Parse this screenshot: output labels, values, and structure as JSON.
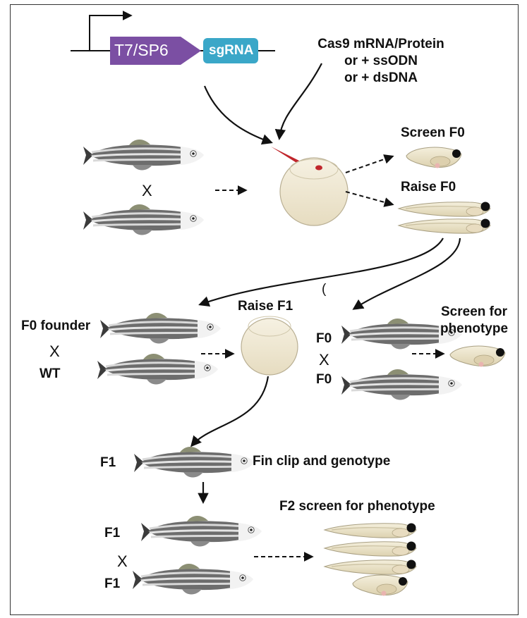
{
  "construct": {
    "promoter": "T7/SP6",
    "guide": "sgRNA",
    "promoter_color": "#7b4fa3",
    "guide_color": "#3aa7c8"
  },
  "injection": {
    "line1": "Cas9 mRNA/Protein",
    "line2": "or + ssODN",
    "line3": "or + dsDNA"
  },
  "f0_stage": {
    "cross_symbol": "X",
    "screen_label": "Screen F0",
    "raise_label": "Raise F0"
  },
  "founder_cross": {
    "founder_label": "F0 founder",
    "cross_symbol": "X",
    "wt_label": "WT",
    "raise_label": "Raise F1",
    "stray_mark": "("
  },
  "incross": {
    "top_label": "F0",
    "cross_symbol": "X",
    "bottom_label": "F0",
    "screen_label_1": "Screen for",
    "screen_label_2": "phenotype"
  },
  "f1_stage": {
    "label": "F1",
    "genotype_label": "Fin clip and genotype"
  },
  "f2_stage": {
    "top_label": "F1",
    "cross_symbol": "X",
    "bottom_label": "F1",
    "screen_label": "F2 screen for phenotype"
  },
  "colors": {
    "embryo_fill": "#efe8d2",
    "arrow": "#111111",
    "injection_needle": "#c0262c"
  }
}
